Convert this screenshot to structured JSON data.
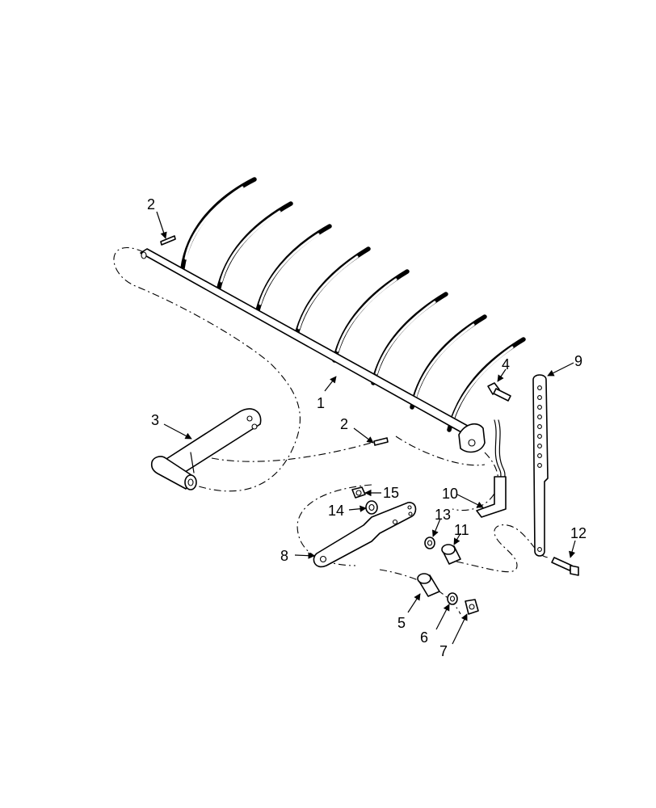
{
  "diagram": {
    "callouts": [
      {
        "id": "c2a",
        "label": "2"
      },
      {
        "id": "c1",
        "label": "1"
      },
      {
        "id": "c3",
        "label": "3"
      },
      {
        "id": "c2b",
        "label": "2"
      },
      {
        "id": "c4",
        "label": "4"
      },
      {
        "id": "c9",
        "label": "9"
      },
      {
        "id": "c10",
        "label": "10"
      },
      {
        "id": "c15",
        "label": "15"
      },
      {
        "id": "c14",
        "label": "14"
      },
      {
        "id": "c13",
        "label": "13"
      },
      {
        "id": "c11",
        "label": "11"
      },
      {
        "id": "c12",
        "label": "12"
      },
      {
        "id": "c8",
        "label": "8"
      },
      {
        "id": "c5",
        "label": "5"
      },
      {
        "id": "c6",
        "label": "6"
      },
      {
        "id": "c7",
        "label": "7"
      }
    ]
  }
}
